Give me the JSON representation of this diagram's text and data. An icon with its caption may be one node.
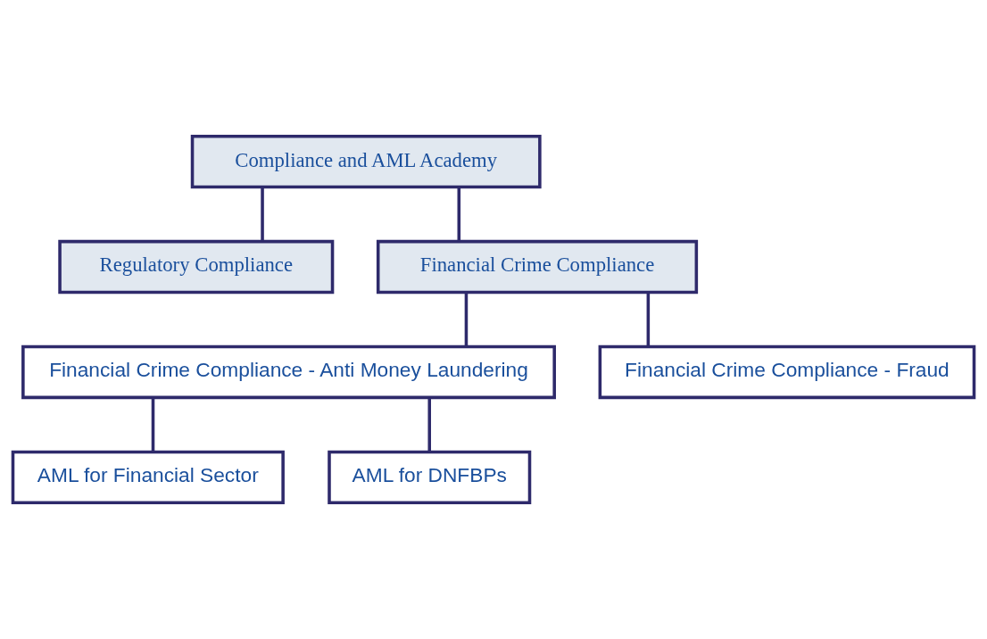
{
  "diagram": {
    "nodes": [
      {
        "text": [
          "Compliance and AML Academy"
        ]
      },
      {
        "text": [
          "Regulatory Compliance"
        ]
      },
      {
        "text": [
          "Financial Crime Compliance"
        ]
      },
      {
        "text": [
          "Financial Crime Compliance - Anti Money Laundering"
        ]
      },
      {
        "text": [
          "Financial Crime Compliance - Fraud"
        ]
      },
      {
        "text": [
          "AML for Financial Sector"
        ]
      },
      {
        "text": [
          "AML for DNFBPs"
        ]
      }
    ],
    "edges": [
      {
        "from": 0,
        "to": 1,
        "arrow": "none"
      },
      {
        "from": 0,
        "to": 2,
        "arrow": "none"
      },
      {
        "from": 2,
        "to": 3,
        "arrow": "none"
      },
      {
        "from": 2,
        "to": 4,
        "arrow": "none"
      },
      {
        "from": 3,
        "to": 5,
        "arrow": "none"
      },
      {
        "from": 3,
        "to": 6,
        "arrow": "none"
      }
    ]
  }
}
